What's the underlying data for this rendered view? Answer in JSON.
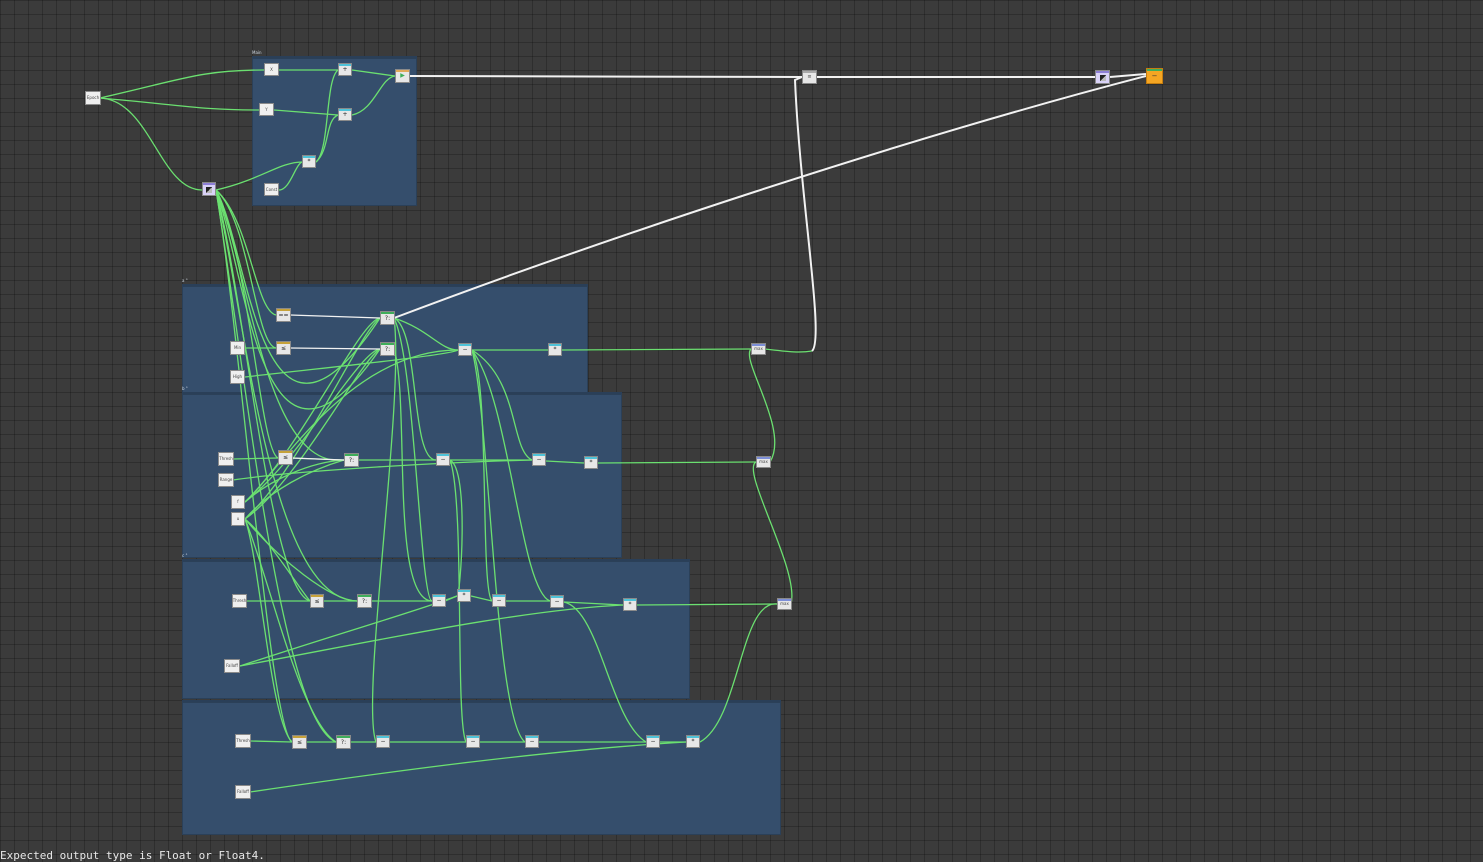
{
  "colors": {
    "background": "#3b3b3b",
    "group": "#354e6c",
    "wire_float": "#6be070",
    "wire_float4": "#f2f2f2",
    "bar_math": "#4fc3d9",
    "bar_compare": "#c6a23a",
    "bar_branch": "#3fae5a",
    "bar_texture": "#8e7fd6",
    "output_node": "#f5a623"
  },
  "groups": {
    "g0": "Main",
    "g1": "a °",
    "g2": "b °",
    "g3": "c °",
    "g4": ""
  },
  "nodes": {
    "epoch": "Epoch",
    "c_x": "X",
    "c_y": "Y",
    "add1": "+",
    "add2": "+",
    "mul_top": "*",
    "const_top": "Const",
    "lerp_top": "",
    "sample_tex": "",
    "append_mid": "",
    "sample_out": "",
    "output": "",
    "eq": "==",
    "le1": "≤",
    "branch1": "?:",
    "branch2": "?:",
    "sub1": "−",
    "mul1": "*",
    "max1": "max",
    "p_min": "Min",
    "p_high": "High",
    "le2": "≤",
    "branch3": "?:",
    "sub3": "−",
    "sub4": "−",
    "mul2": "*",
    "max2": "max",
    "p_a": "Thresh",
    "p_b": "Range",
    "p_f": "f",
    "p_u": "u",
    "p_c": "Thresh",
    "p_d": "Falloff",
    "le3": "≤",
    "branch4": "?:",
    "sub5": "−",
    "mul3": "*",
    "sub6": "−",
    "sub7": "−",
    "mul4": "*",
    "max3": "max",
    "p_e": "Thresh",
    "p_g": "Falloff",
    "le4": "≤",
    "branch5": "?:",
    "sub8": "−",
    "sub9": "−",
    "sub10": "−",
    "sub11": "−",
    "mul5": "*"
  },
  "status": {
    "message": "Expected output type is Float or Float4."
  }
}
